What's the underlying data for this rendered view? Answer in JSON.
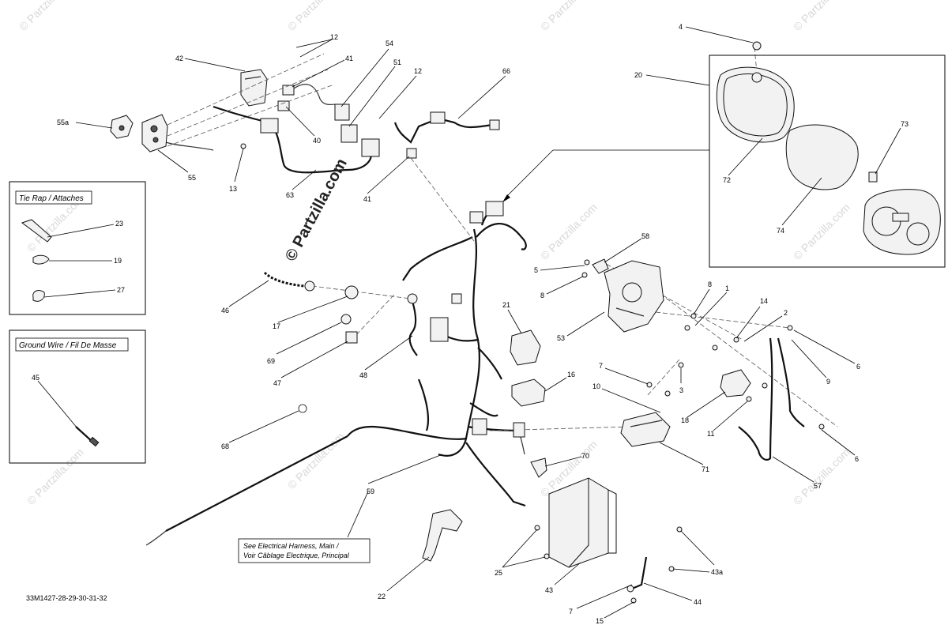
{
  "diagram_code": "33M1427-28-29-30-31-32",
  "boxes": {
    "tie_rap_title": "Tie Rap / Attaches",
    "ground_wire_title": "Ground Wire / Fil De Masse"
  },
  "note": {
    "line1": "See Electrical Harness, Main /",
    "line2": "Voir Câblage Electrique, Principal"
  },
  "watermark": {
    "main": "© Partzilla.com",
    "tile": "© Partzilla.com"
  },
  "callouts": [
    "12",
    "42",
    "41",
    "54",
    "51",
    "12",
    "66",
    "55a",
    "40",
    "55",
    "13",
    "63",
    "41",
    "4",
    "20",
    "73",
    "72",
    "74",
    "23",
    "19",
    "27",
    "58",
    "5",
    "8",
    "46",
    "17",
    "69",
    "47",
    "48",
    "21",
    "8",
    "1",
    "14",
    "2",
    "53",
    "6",
    "9",
    "7",
    "3",
    "16",
    "10",
    "18",
    "11",
    "68",
    "6",
    "71",
    "70",
    "45",
    "57",
    "59",
    "25",
    "43",
    "43a",
    "22",
    "7",
    "44",
    "15"
  ]
}
